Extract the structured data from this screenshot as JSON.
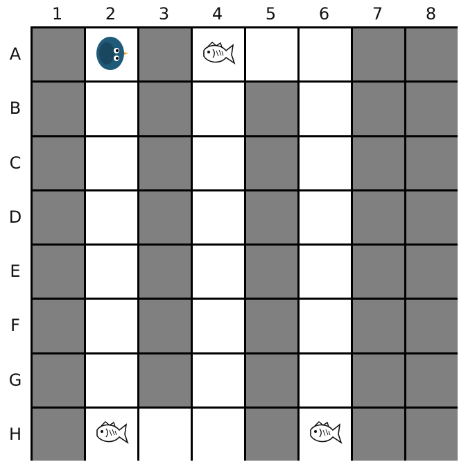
{
  "columns": [
    "1",
    "2",
    "3",
    "4",
    "5",
    "6",
    "7",
    "8"
  ],
  "rows": [
    "A",
    "B",
    "C",
    "D",
    "E",
    "F",
    "G",
    "H"
  ],
  "colors": {
    "wall": "#808080",
    "open": "#ffffff",
    "grid": "#000000",
    "bird_body": "#1f5a78",
    "bird_beak": "#f0a030"
  },
  "grid": [
    [
      "wall",
      "open",
      "wall",
      "open",
      "open",
      "open",
      "wall",
      "wall"
    ],
    [
      "wall",
      "open",
      "wall",
      "open",
      "wall",
      "open",
      "wall",
      "wall"
    ],
    [
      "wall",
      "open",
      "wall",
      "open",
      "wall",
      "open",
      "wall",
      "wall"
    ],
    [
      "wall",
      "open",
      "wall",
      "open",
      "wall",
      "open",
      "wall",
      "wall"
    ],
    [
      "wall",
      "open",
      "wall",
      "open",
      "wall",
      "open",
      "wall",
      "wall"
    ],
    [
      "wall",
      "open",
      "wall",
      "open",
      "wall",
      "open",
      "wall",
      "wall"
    ],
    [
      "wall",
      "open",
      "wall",
      "open",
      "wall",
      "open",
      "wall",
      "wall"
    ],
    [
      "wall",
      "open",
      "open",
      "open",
      "wall",
      "open",
      "wall",
      "wall"
    ]
  ],
  "pieces": [
    {
      "type": "bird",
      "icon": "bird-icon",
      "row": "A",
      "col": "2"
    },
    {
      "type": "fish",
      "icon": "fish-icon",
      "row": "A",
      "col": "4"
    },
    {
      "type": "fish",
      "icon": "fish-icon",
      "row": "H",
      "col": "2"
    },
    {
      "type": "fish",
      "icon": "fish-icon",
      "row": "H",
      "col": "6"
    }
  ]
}
